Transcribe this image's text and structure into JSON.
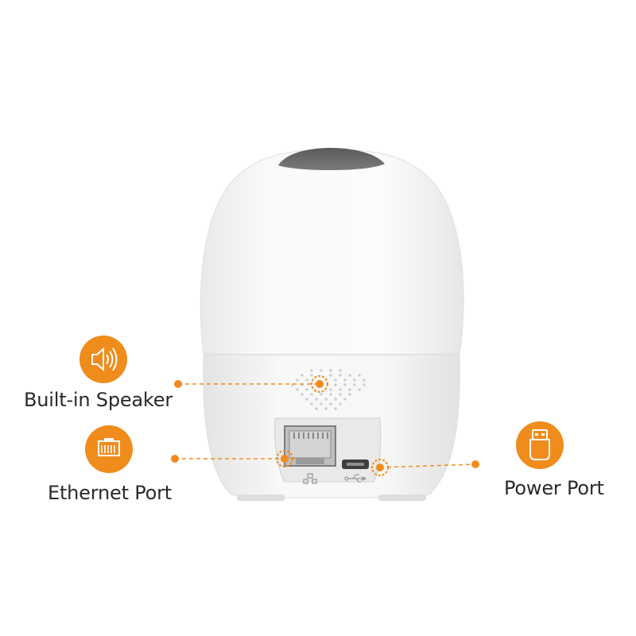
{
  "colors": {
    "accent": "#f08c1c",
    "label_text": "#2a2a2a",
    "device_body": "#f7f7f7",
    "lens": "#6b6b6b"
  },
  "callouts": [
    {
      "id": "speaker",
      "label": "Built-in Speaker",
      "icon": "speaker-icon"
    },
    {
      "id": "ethernet",
      "label": "Ethernet Port",
      "icon": "ethernet-port-icon"
    },
    {
      "id": "power",
      "label": "Power Port",
      "icon": "usb-plug-icon"
    }
  ]
}
